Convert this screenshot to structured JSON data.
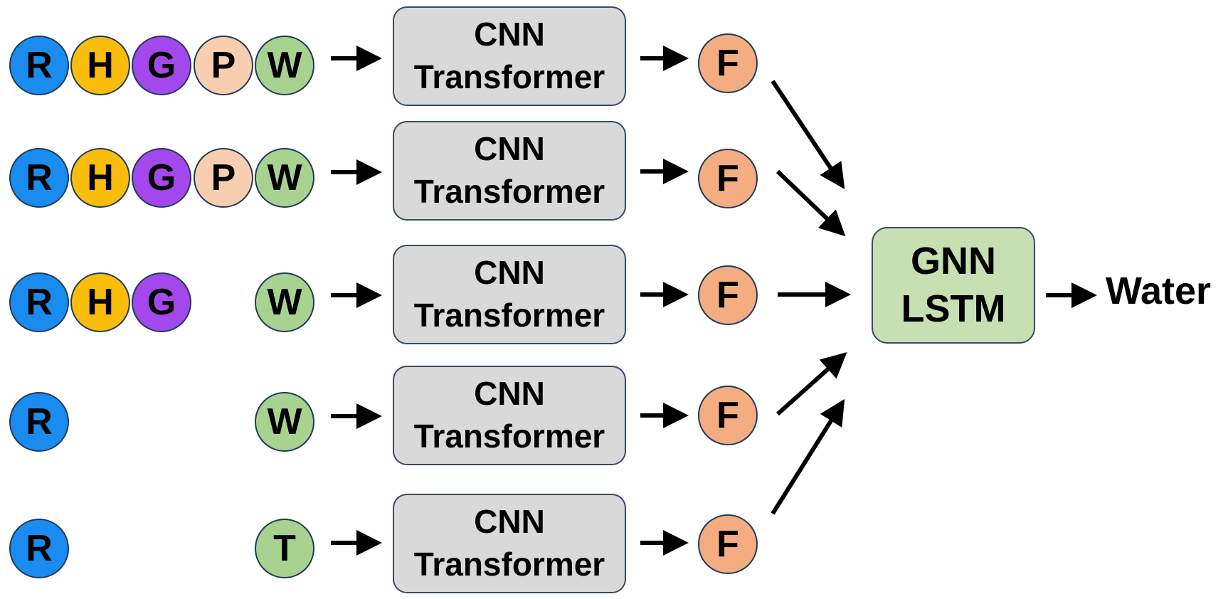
{
  "rows": [
    {
      "inputs": [
        "R",
        "H",
        "G",
        "P",
        "W"
      ]
    },
    {
      "inputs": [
        "R",
        "H",
        "G",
        "P",
        "W"
      ]
    },
    {
      "inputs": [
        "R",
        "H",
        "G",
        "",
        "W"
      ]
    },
    {
      "inputs": [
        "R",
        "",
        "",
        "",
        "W"
      ]
    },
    {
      "inputs": [
        "R",
        "",
        "",
        "",
        "T"
      ]
    }
  ],
  "model": {
    "line1": "CNN",
    "line2": "Transformer"
  },
  "feature_label": "F",
  "fusion": {
    "line1": "GNN",
    "line2": "LSTM"
  },
  "output_label": "Water",
  "colors": {
    "R": "#1a8cf0",
    "H": "#fbbd0c",
    "G": "#a348ec",
    "P": "#f7cfb0",
    "W": "#a8d290",
    "T": "#a8d290",
    "F": "#f3ad80",
    "model_box": "#d9d9d9",
    "fusion_box": "#c6e0b4"
  }
}
